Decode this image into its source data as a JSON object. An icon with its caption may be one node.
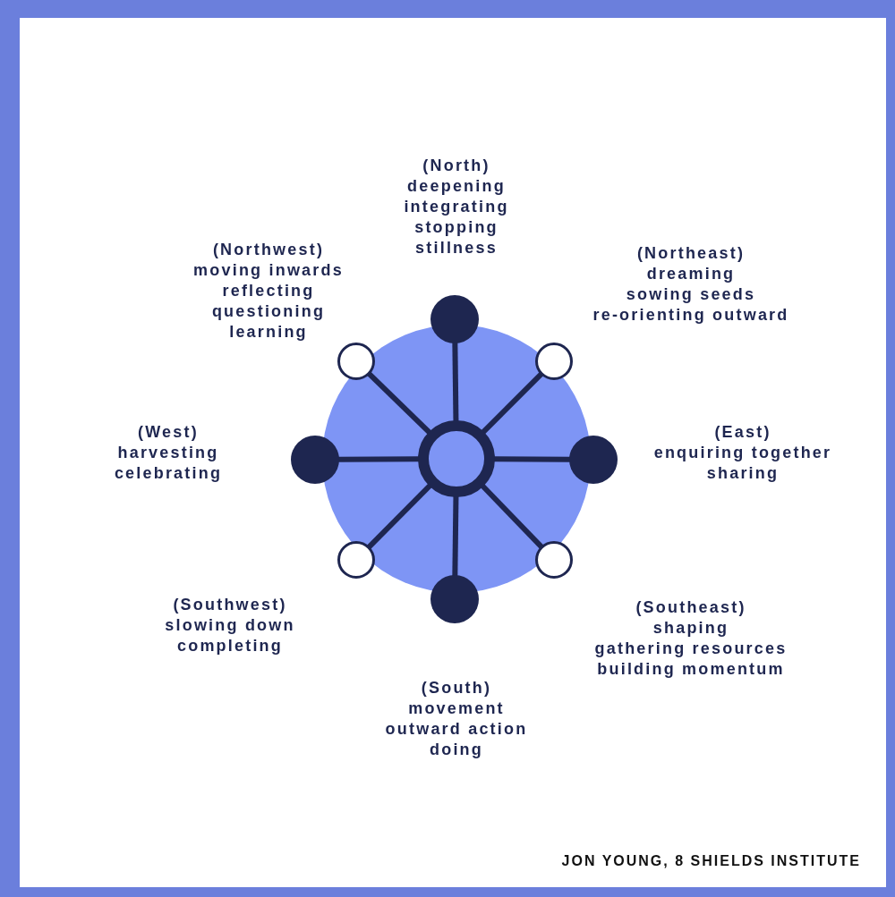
{
  "diagram": {
    "nodes": [
      {
        "text": [],
        "shape": "circle"
      },
      {
        "text": [],
        "shape": "circle",
        "beside": [
          "(North)",
          "deepening",
          "integrating",
          "stopping",
          "stillness"
        ]
      },
      {
        "text": [],
        "shape": "circle",
        "beside": [
          "(Northeast)",
          "dreaming",
          "sowing seeds",
          "re-orienting outward"
        ]
      },
      {
        "text": [],
        "shape": "circle",
        "beside": [
          "(East)",
          "enquiring together",
          "sharing"
        ]
      },
      {
        "text": [],
        "shape": "circle",
        "beside": [
          "(Southeast)",
          "shaping",
          "gathering resources",
          "building momentum"
        ]
      },
      {
        "text": [],
        "shape": "circle",
        "beside": [
          "(South)",
          "movement",
          "outward action",
          "doing"
        ]
      },
      {
        "text": [],
        "shape": "circle",
        "beside": [
          "(Southwest)",
          "slowing down",
          "completing"
        ]
      },
      {
        "text": [],
        "shape": "circle",
        "beside": [
          "(West)",
          "harvesting",
          "celebrating"
        ]
      },
      {
        "text": [],
        "shape": "circle",
        "beside": [
          "(Northwest)",
          "moving inwards",
          "reflecting",
          "questioning",
          "learning"
        ]
      }
    ],
    "edges": [
      {
        "from": 0,
        "to": 1,
        "arrow": "none"
      },
      {
        "from": 0,
        "to": 2,
        "arrow": "none"
      },
      {
        "from": 0,
        "to": 3,
        "arrow": "none"
      },
      {
        "from": 0,
        "to": 4,
        "arrow": "none"
      },
      {
        "from": 0,
        "to": 5,
        "arrow": "none"
      },
      {
        "from": 0,
        "to": 6,
        "arrow": "none"
      },
      {
        "from": 0,
        "to": 7,
        "arrow": "none"
      },
      {
        "from": 0,
        "to": 8,
        "arrow": "none"
      }
    ],
    "labels": [
      "JON YOUNG, 8 SHIELDS INSTITUTE"
    ]
  }
}
